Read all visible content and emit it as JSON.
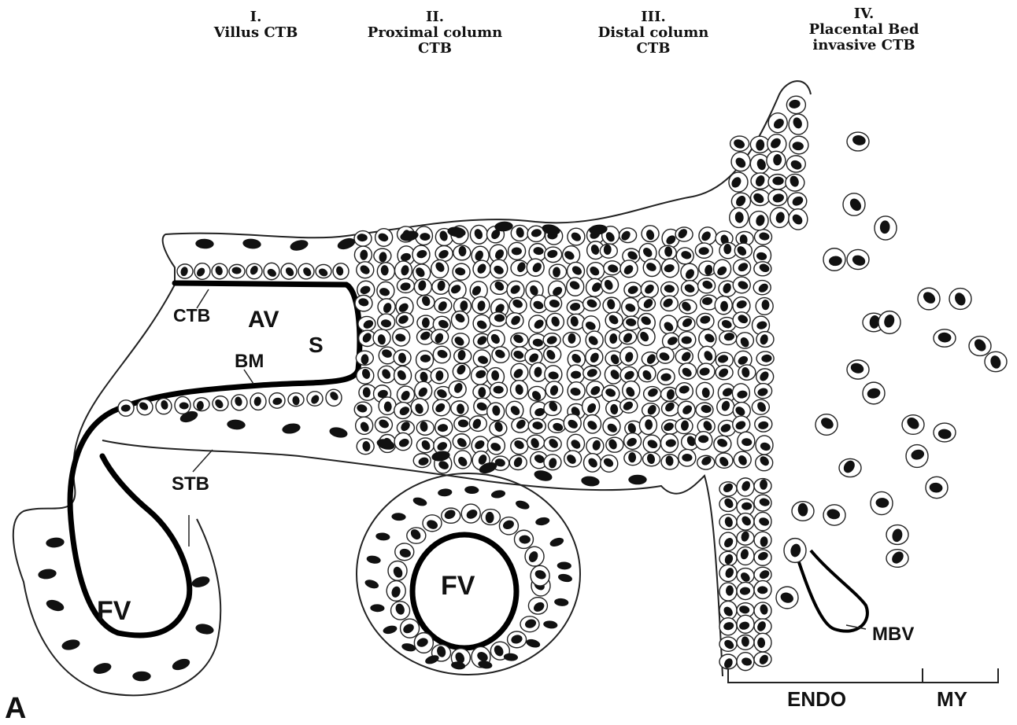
{
  "figure": {
    "panel_letter": "A",
    "headers": [
      {
        "numeral": "I.",
        "line1": "Villus CTB",
        "line2": ""
      },
      {
        "numeral": "II.",
        "line1": "Proximal column",
        "line2": "CTB"
      },
      {
        "numeral": "III.",
        "line1": "Distal column",
        "line2": "CTB"
      },
      {
        "numeral": "IV.",
        "line1": "Placental Bed",
        "line2": "invasive CTB"
      }
    ],
    "labels": {
      "ctb": "CTB",
      "av": "AV",
      "s": "S",
      "bm": "BM",
      "stb": "STB",
      "fv_left": "FV",
      "fv_center": "FV",
      "mbv": "MBV",
      "endo": "ENDO",
      "my": "MY"
    }
  }
}
